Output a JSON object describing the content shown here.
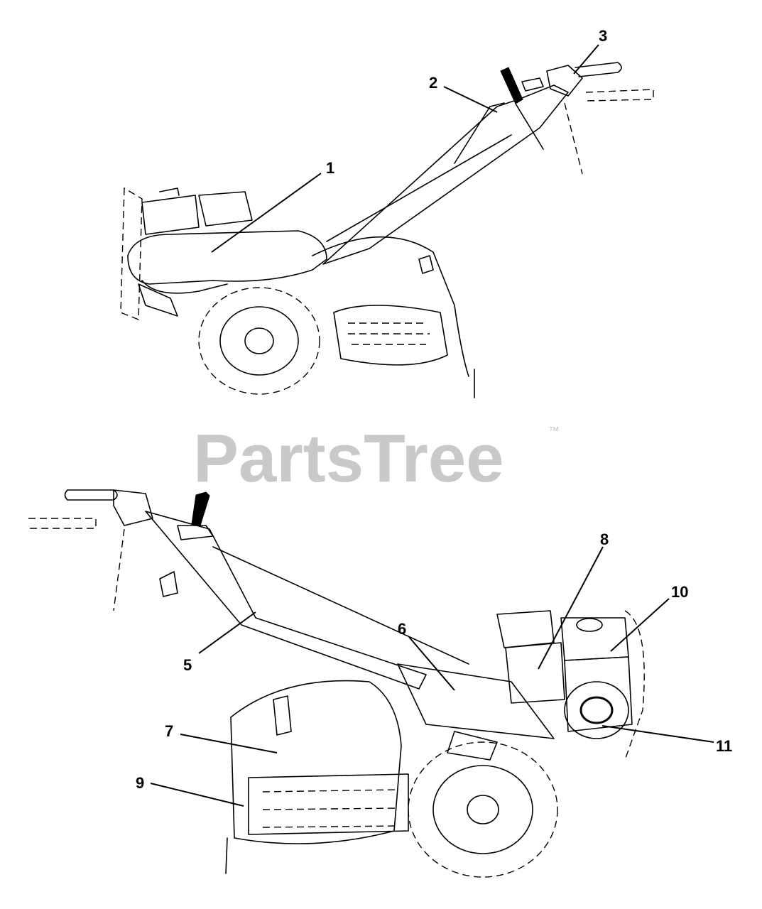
{
  "watermark": {
    "text": "PartsTree",
    "trademark": "™"
  },
  "callouts": [
    {
      "label": "1"
    },
    {
      "label": "2"
    },
    {
      "label": "3"
    },
    {
      "label": "5"
    },
    {
      "label": "6"
    },
    {
      "label": "7"
    },
    {
      "label": "8"
    },
    {
      "label": "9"
    },
    {
      "label": "10"
    },
    {
      "label": "11"
    }
  ]
}
